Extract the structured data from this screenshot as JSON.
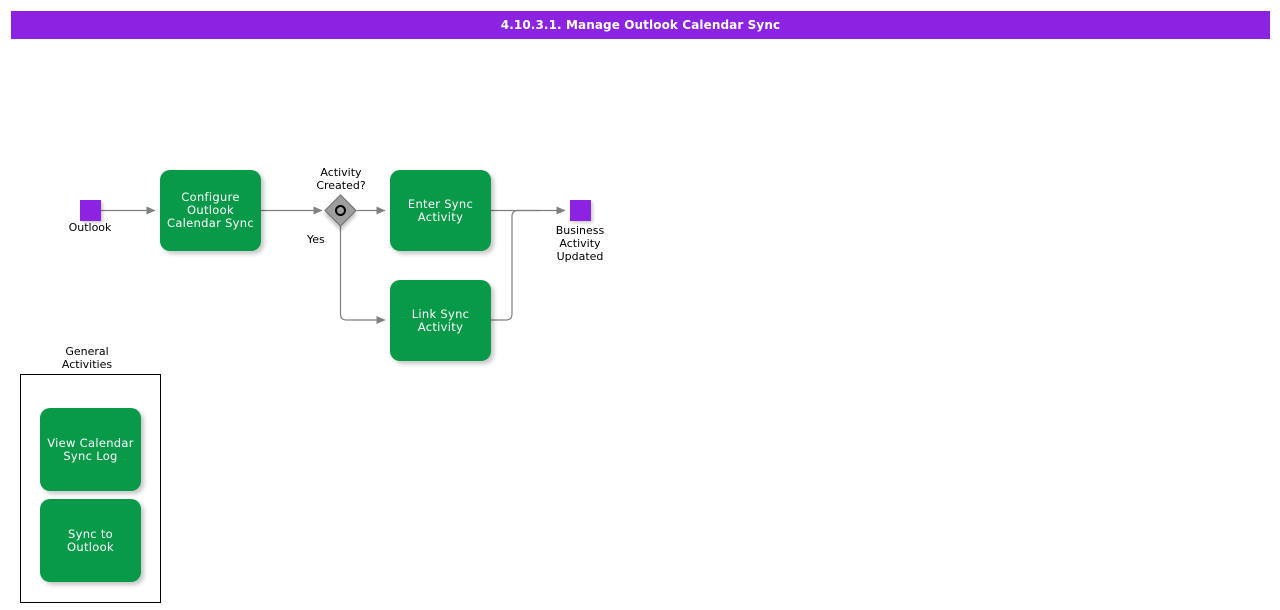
{
  "title_bar": {
    "text": "4.10.3.1. Manage Outlook Calendar Sync",
    "background": "#8b23e0",
    "text_color": "#ffffff"
  },
  "colors": {
    "task_fill": "#089949",
    "task_text": "#ffffff",
    "endpoint_fill": "#8b23e0",
    "gateway_fill": "#9e9e9e",
    "gateway_ring": "#000000",
    "edge": "#808080",
    "group_border": "#000000",
    "canvas": "#ffffff"
  },
  "diagram": {
    "type": "bpmn-process-flow",
    "start_event": {
      "name": "outlook-start",
      "caption": "Outlook",
      "shape": "square"
    },
    "end_event": {
      "name": "business-activity-updated-end",
      "caption": "Business\nActivity\nUpdated",
      "shape": "square"
    },
    "gateway": {
      "name": "activity-created-gateway",
      "caption": "Activity\nCreated?",
      "shape": "diamond-with-circle"
    },
    "tasks": [
      {
        "id": "configure-outlook-calendar-sync",
        "label": "Configure\nOutlook\nCalendar Sync"
      },
      {
        "id": "enter-sync-activity",
        "label": "Enter Sync\nActivity"
      },
      {
        "id": "link-sync-activity",
        "label": "Link Sync\nActivity"
      }
    ],
    "edge_labels": [
      {
        "id": "yes-branch",
        "label": "Yes"
      }
    ],
    "group": {
      "id": "general-activities",
      "label": "General\nActivities",
      "tasks": [
        {
          "id": "view-calendar-sync-log",
          "label": "View Calendar\nSync Log"
        },
        {
          "id": "sync-to-outlook",
          "label": "Sync to Outlook"
        }
      ]
    }
  }
}
